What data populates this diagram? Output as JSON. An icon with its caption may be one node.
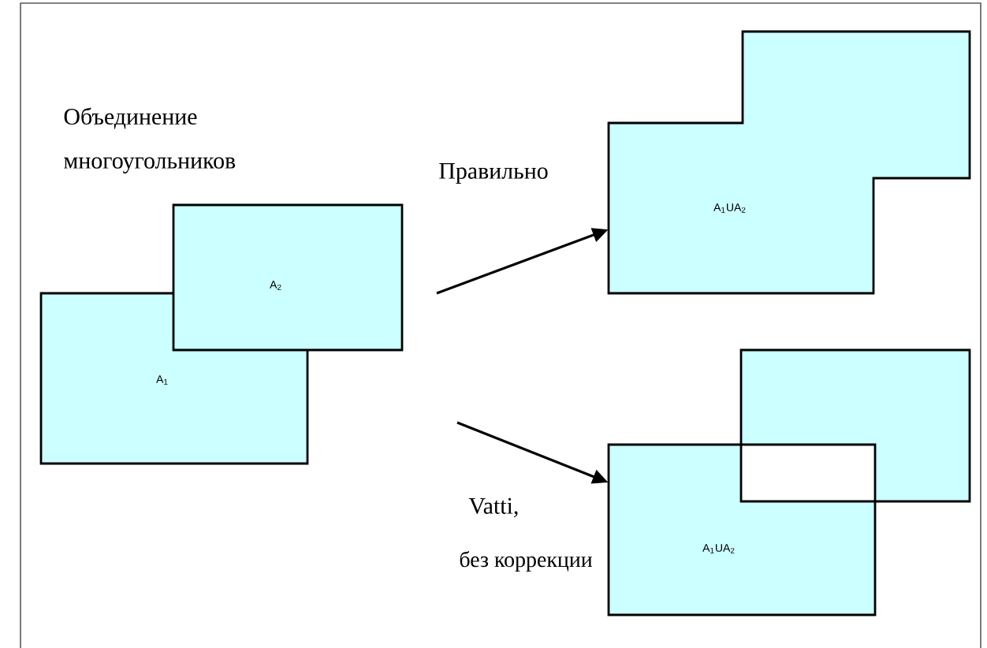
{
  "diagram": {
    "title": "Объединение многоугольников",
    "nodes": [
      {
        "text": [
          "A$_{1}$"
        ]
      },
      {
        "text": [
          "A$_{2}$"
        ]
      },
      {
        "text": [
          "A$_{1}$UA$_{2}$"
        ]
      },
      {
        "text": [
          "A$_{1}$UA$_{2}$"
        ]
      }
    ],
    "edges": [
      {
        "from": null,
        "to": 2,
        "arrow": "to",
        "label": "Правильно"
      },
      {
        "from": null,
        "to": 3,
        "arrow": "to",
        "label": "Vatti,"
      }
    ],
    "labels": [
      "без коррекции"
    ]
  }
}
